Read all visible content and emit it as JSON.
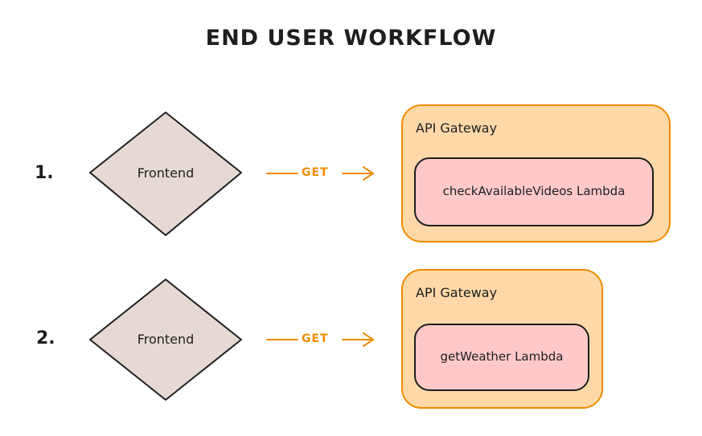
{
  "title": "END USER WORKFLOW",
  "colors": {
    "frontend_fill": "#e6d9d3",
    "gateway_fill": "#ffd8a8",
    "gateway_stroke": "#f08c00",
    "lambda_fill": "#ffc9c9",
    "stroke": "#1e1e1e",
    "arrow": "#f08c00"
  },
  "steps": [
    {
      "number": "1.",
      "frontend_label": "Frontend",
      "edge_label": "GET",
      "gateway_label": "API Gateway",
      "lambda_label": "checkAvailableVideos Lambda"
    },
    {
      "number": "2.",
      "frontend_label": "Frontend",
      "edge_label": "GET",
      "gateway_label": "API Gateway",
      "lambda_label": "getWeather Lambda"
    }
  ]
}
